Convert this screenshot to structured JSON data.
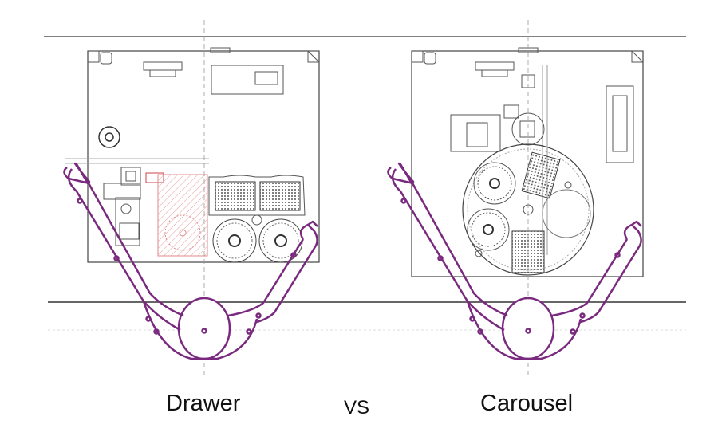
{
  "captions": {
    "left": "Drawer",
    "middle": "VS",
    "right": "Carousel"
  },
  "colors": {
    "line": "#555555",
    "body_outline": "#7a2a7e",
    "highlight": "#e8a0a0",
    "background": "#ffffff"
  },
  "icons": [
    "operator-body-outline",
    "plate-rack",
    "rotor-disc",
    "carousel-tray"
  ]
}
